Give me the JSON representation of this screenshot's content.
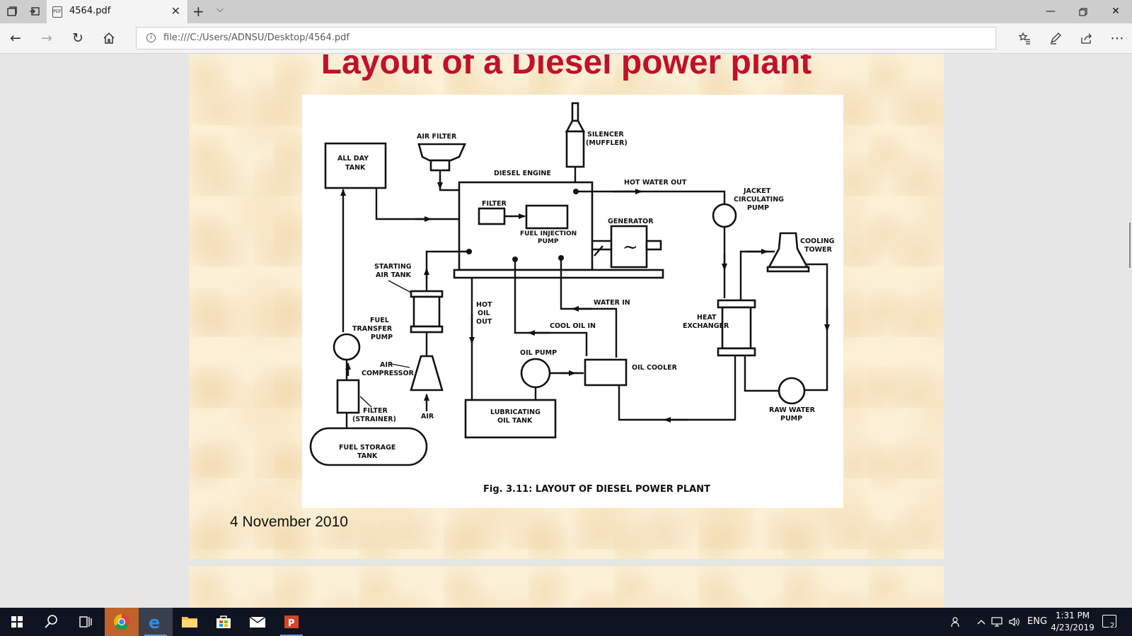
{
  "browser": {
    "tab_title": "4564.pdf",
    "address": "file:///C:/Users/ADNSU/Desktop/4564.pdf",
    "favicon_text": "PDF"
  },
  "slide": {
    "title": "Layout of a Diesel power plant",
    "date": "4 November 2010"
  },
  "diagram": {
    "caption": "Fig. 3.11: LAYOUT OF DIESEL POWER PLANT",
    "labels": {
      "all_day_tank_1": "ALL DAY",
      "all_day_tank_2": "TANK",
      "air_filter": "AIR FILTER",
      "silencer_1": "SILENCER",
      "silencer_2": "(MUFFLER)",
      "diesel_engine": "DIESEL ENGINE",
      "hot_water_out": "HOT WATER OUT",
      "jacket_pump_1": "JACKET",
      "jacket_pump_2": "CIRCULATING",
      "jacket_pump_3": "PUMP",
      "filter": "FILTER",
      "fuel_injection_1": "FUEL INJECTION",
      "fuel_injection_2": "PUMP",
      "generator": "GENERATOR",
      "cooling_tower_1": "COOLING",
      "cooling_tower_2": "TOWER",
      "starting_air_1": "STARTING",
      "starting_air_2": "AIR TANK",
      "hot_oil_1": "HOT",
      "hot_oil_2": "OIL",
      "hot_oil_3": "OUT",
      "water_in": "WATER IN",
      "heat_exchanger_1": "HEAT",
      "heat_exchanger_2": "EXCHANGER",
      "fuel_transfer_1": "FUEL",
      "fuel_transfer_2": "TRANSFER",
      "fuel_transfer_3": "PUMP",
      "cool_oil_in": "COOL OIL IN",
      "air_compressor_1": "AIR",
      "air_compressor_2": "COMPRESSOR",
      "oil_pump": "OIL PUMP",
      "oil_cooler": "OIL COOLER",
      "filter_strainer_1": "FILTER",
      "filter_strainer_2": "(STRAINER)",
      "air": "AIR",
      "lube_tank_1": "LUBRICATING",
      "lube_tank_2": "OIL TANK",
      "raw_water_1": "RAW WATER",
      "raw_water_2": "PUMP",
      "fuel_storage_1": "FUEL STORAGE",
      "fuel_storage_2": "TANK",
      "gen_symbol": "~"
    }
  },
  "taskbar": {
    "language": "ENG",
    "time": "1:31 PM",
    "date": "4/23/2019",
    "notifications": "2"
  },
  "icons": {
    "tab_manager": "tab-manager-icon",
    "set_aside": "set-aside-icon",
    "back": "back-arrow-icon",
    "forward": "forward-arrow-icon",
    "refresh": "refresh-icon",
    "home": "home-icon",
    "favorites": "favorites-icon",
    "pen": "pen-icon",
    "share": "share-icon",
    "more": "more-icon"
  },
  "colors": {
    "title_red": "#c0112b",
    "page_bg": "#fbefd5",
    "taskbar_bg": "#101420"
  }
}
